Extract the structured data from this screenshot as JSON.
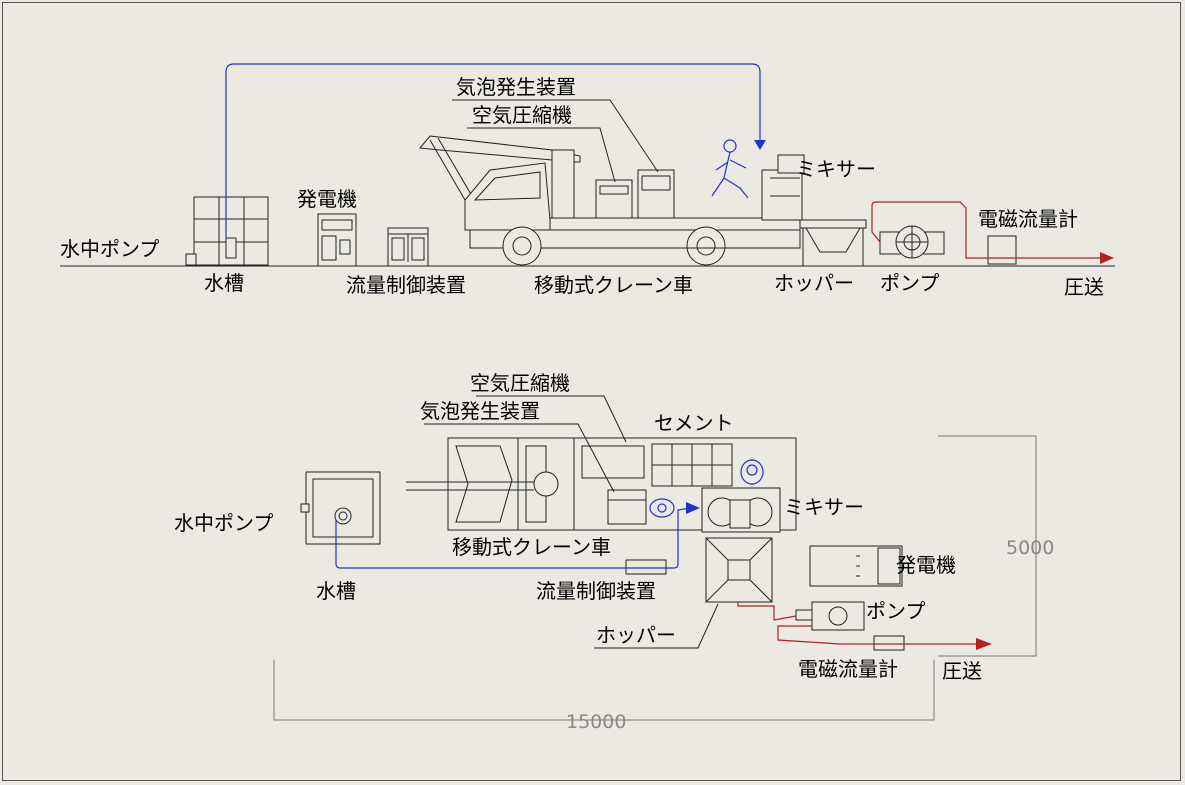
{
  "side_view": {
    "labels": {
      "foam_generator": "気泡発生装置",
      "air_compressor": "空気圧縮機",
      "mixer": "ミキサー",
      "generator": "発電機",
      "flowmeter": "電磁流量計",
      "submersible_pump": "水中ポンプ",
      "water_tank": "水槽",
      "flow_controller": "流量制御装置",
      "mobile_crane": "移動式クレーン車",
      "hopper": "ホッパー",
      "pump": "ポンプ",
      "pressure_feed": "圧送"
    }
  },
  "plan_view": {
    "labels": {
      "air_compressor": "空気圧縮機",
      "foam_generator": "気泡発生装置",
      "cement": "セメント",
      "mixer": "ミキサー",
      "submersible_pump": "水中ポンプ",
      "mobile_crane": "移動式クレーン車",
      "generator": "発電機",
      "water_tank": "水槽",
      "flow_controller": "流量制御装置",
      "pump": "ポンプ",
      "hopper": "ホッパー",
      "flowmeter": "電磁流量計",
      "pressure_feed": "圧送"
    },
    "dimensions": {
      "width": "5000",
      "length": "15000"
    }
  },
  "colors": {
    "water_line": "#2233cc",
    "slurry_line": "#b22222",
    "dimension_line": "#888888"
  }
}
